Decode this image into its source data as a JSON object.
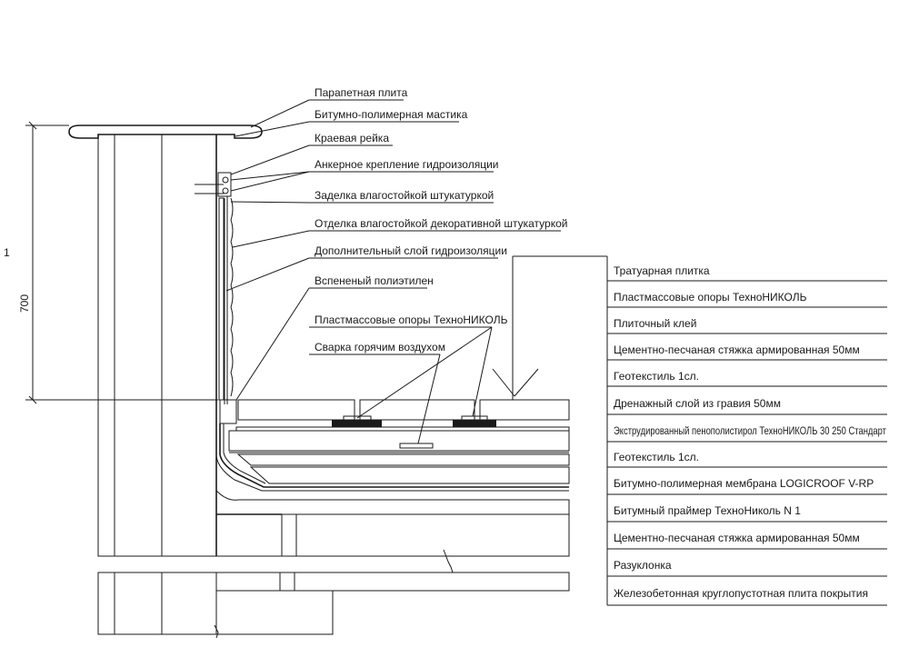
{
  "callouts": [
    "Парапетная плита",
    "Битумно-полимерная мастика",
    "Краевая рейка",
    "Анкерное крепление гидроизоляции",
    "Заделка влагостойкой штукатуркой",
    "Отделка влагостойкой декоративной штукатуркой",
    "Дополнительный слой гидроизоляции",
    "Вспененый полиэтилен",
    "Пластмассовые опоры ТехноНИКОЛЬ",
    "Сварка горячим воздухом"
  ],
  "layers": [
    "Тратуарная плитка",
    "Пластмассовые опоры ТехноНИКОЛЬ",
    "Плиточный клей",
    "Цементно-песчаная стяжка армированная 50мм",
    "Геотекстиль 1сл.",
    "Дренажный слой из гравия 50мм",
    "Экструдированный пенополистирол ТехноНИКОЛЬ 30 250 Стандарт",
    "Геотекстиль 1сл.",
    "Битумно-полимерная мембрана LOGICROOF V-RP",
    "Битумный праймер ТехноНиколь N 1",
    "Цементно-песчаная стяжка армированная 50мм",
    "Разуклонка",
    "Железобетонная круглопустотная плита покрытия"
  ],
  "dimension": {
    "value": "700",
    "marker": "1"
  },
  "colors": {
    "line": "#1a1a1a",
    "background": "#ffffff"
  }
}
